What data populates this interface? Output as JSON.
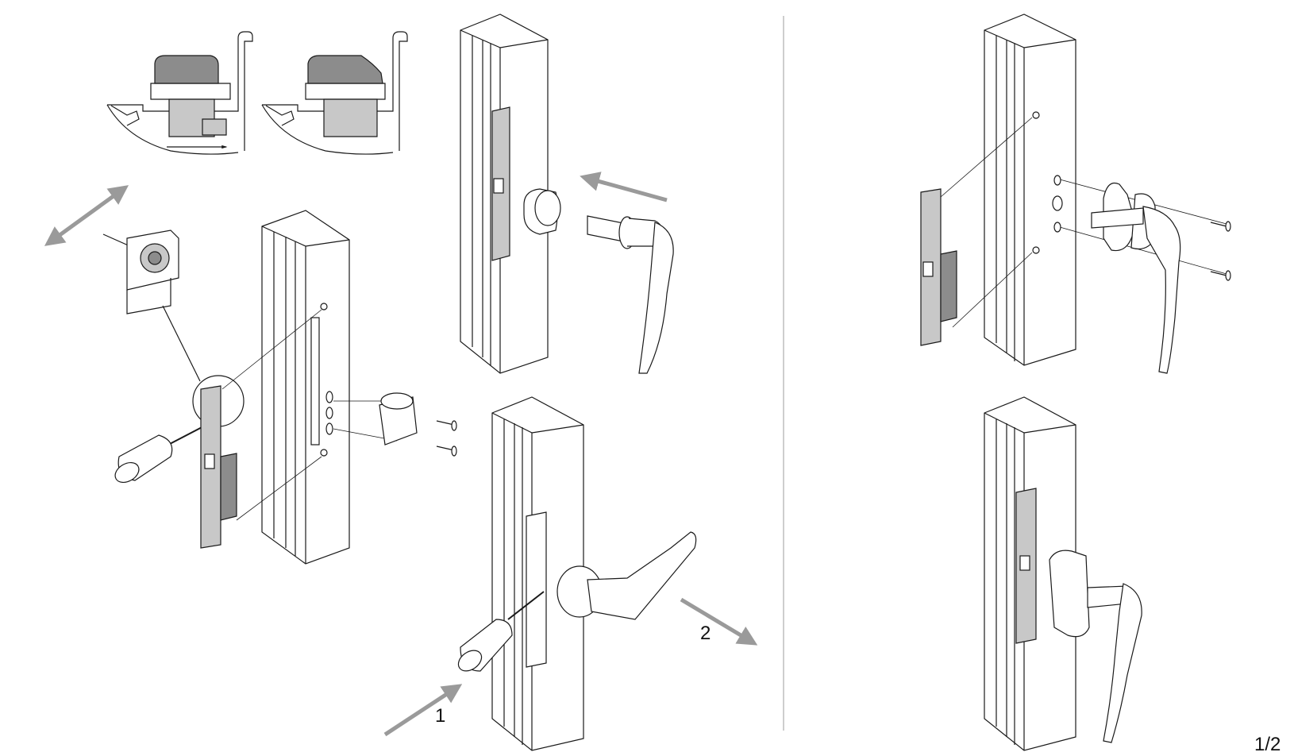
{
  "labels": {
    "step_1": "1",
    "step_2": "2",
    "page_number": "1/2"
  },
  "colors": {
    "line": "#1a1a1a",
    "arrow": "#9a9a9a",
    "part_fill": "#c8c8c8",
    "part_dark": "#8c8c8c",
    "profile_fill": "#ffffff",
    "divider": "#bdbdbd"
  },
  "icons": [
    "arrow-icon",
    "screwdriver-icon",
    "door-handle-icon",
    "screw-icon",
    "rosette-icon",
    "window-profile-icon",
    "lock-plate-icon"
  ]
}
